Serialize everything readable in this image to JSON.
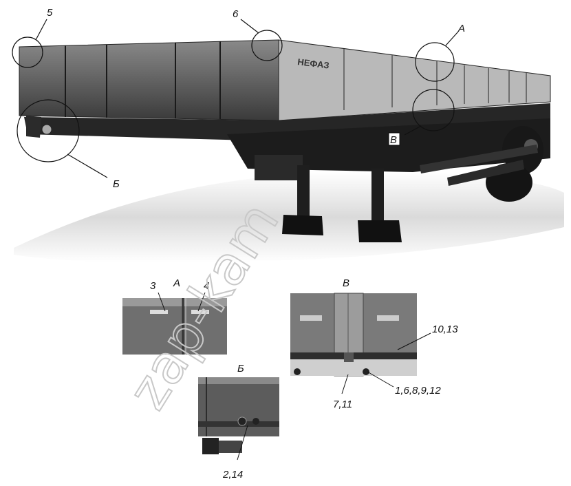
{
  "callouts_main": {
    "c5": "5",
    "c6": "6",
    "cA": "А",
    "cB": "Б",
    "cV": "В"
  },
  "brand_plate": "НЕФАЗ",
  "detail_A": {
    "title": "А",
    "p3": "3",
    "p4": "4"
  },
  "detail_B": {
    "title": "Б",
    "p2_14": "2,14"
  },
  "detail_V": {
    "title": "В",
    "p10_13": "10,13",
    "p7_11": "7,11",
    "p1_6": "1,6,8,9,12"
  },
  "watermark": "zap-kam"
}
